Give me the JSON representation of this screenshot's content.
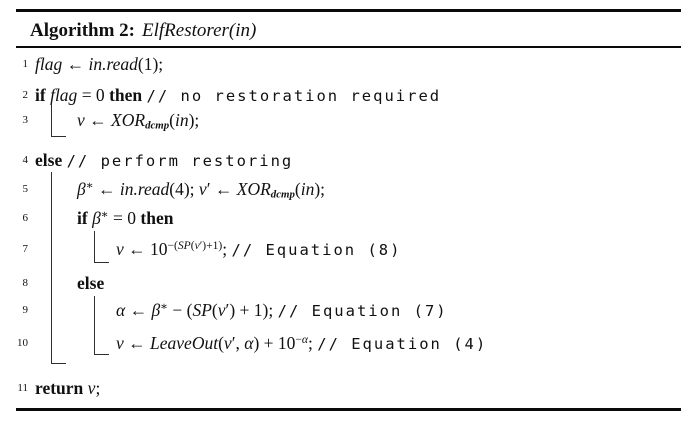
{
  "title": {
    "prefix": "Algorithm 2:",
    "name": "ElfRestorer",
    "open": "(",
    "arg": "in",
    "close": ")"
  },
  "lines": [
    {
      "num": "1",
      "segments": [
        {
          "t": "m",
          "v": "flag"
        },
        {
          "t": "up",
          "v": " ← "
        },
        {
          "t": "m",
          "v": "in.read"
        },
        {
          "t": "up",
          "v": "(1);"
        }
      ]
    },
    {
      "num": "2",
      "segments": [
        {
          "t": "kw",
          "v": "if "
        },
        {
          "t": "m",
          "v": "flag"
        },
        {
          "t": "up",
          "v": " = 0 "
        },
        {
          "t": "kw",
          "v": "then "
        },
        {
          "t": "c",
          "v": "// no restoration required"
        }
      ]
    },
    {
      "num": "3",
      "segments": [
        {
          "t": "m",
          "v": "v"
        },
        {
          "t": "up",
          "v": " ← "
        },
        {
          "t": "m",
          "v": "XOR"
        },
        {
          "t": "sub",
          "v": [
            {
              "t": "bm",
              "v": "dcmp"
            }
          ]
        },
        {
          "t": "up",
          "v": "("
        },
        {
          "t": "m",
          "v": "in"
        },
        {
          "t": "up",
          "v": ");"
        }
      ]
    },
    {
      "num": "4",
      "segments": [
        {
          "t": "kw",
          "v": "else "
        },
        {
          "t": "c",
          "v": "// perform restoring"
        }
      ]
    },
    {
      "num": "5",
      "segments": [
        {
          "t": "m",
          "v": "β"
        },
        {
          "t": "sup",
          "v": [
            {
              "t": "up",
              "v": "∗"
            }
          ]
        },
        {
          "t": "up",
          "v": " ← "
        },
        {
          "t": "m",
          "v": "in.read"
        },
        {
          "t": "up",
          "v": "(4); "
        },
        {
          "t": "m",
          "v": "v"
        },
        {
          "t": "up",
          "v": "′ ← "
        },
        {
          "t": "m",
          "v": "XOR"
        },
        {
          "t": "sub",
          "v": [
            {
              "t": "bm",
              "v": "dcmp"
            }
          ]
        },
        {
          "t": "up",
          "v": "("
        },
        {
          "t": "m",
          "v": "in"
        },
        {
          "t": "up",
          "v": ");"
        }
      ]
    },
    {
      "num": "6",
      "segments": [
        {
          "t": "kw",
          "v": "if "
        },
        {
          "t": "m",
          "v": "β"
        },
        {
          "t": "sup",
          "v": [
            {
              "t": "up",
              "v": "∗"
            }
          ]
        },
        {
          "t": "up",
          "v": " = 0 "
        },
        {
          "t": "kw",
          "v": "then"
        }
      ]
    },
    {
      "num": "7",
      "segments": [
        {
          "t": "m",
          "v": "v"
        },
        {
          "t": "up",
          "v": " ← 10"
        },
        {
          "t": "sup",
          "v": [
            {
              "t": "up",
              "v": "−("
            },
            {
              "t": "m",
              "v": "SP"
            },
            {
              "t": "up",
              "v": "("
            },
            {
              "t": "m",
              "v": "v"
            },
            {
              "t": "up",
              "v": "′)+1)"
            }
          ]
        },
        {
          "t": "up",
          "v": "; "
        },
        {
          "t": "c",
          "v": "// Equation (8)"
        }
      ]
    },
    {
      "num": "8",
      "segments": [
        {
          "t": "kw",
          "v": "else"
        }
      ]
    },
    {
      "num": "9",
      "segments": [
        {
          "t": "m",
          "v": "α"
        },
        {
          "t": "up",
          "v": " ← "
        },
        {
          "t": "m",
          "v": "β"
        },
        {
          "t": "sup",
          "v": [
            {
              "t": "up",
              "v": "∗"
            }
          ]
        },
        {
          "t": "up",
          "v": " − ("
        },
        {
          "t": "m",
          "v": "SP"
        },
        {
          "t": "up",
          "v": "("
        },
        {
          "t": "m",
          "v": "v"
        },
        {
          "t": "up",
          "v": "′) + 1); "
        },
        {
          "t": "c",
          "v": "// Equation (7)"
        }
      ]
    },
    {
      "num": "10",
      "segments": [
        {
          "t": "m",
          "v": "v"
        },
        {
          "t": "up",
          "v": " ← "
        },
        {
          "t": "m",
          "v": "LeaveOut"
        },
        {
          "t": "up",
          "v": "("
        },
        {
          "t": "m",
          "v": "v"
        },
        {
          "t": "up",
          "v": "′, "
        },
        {
          "t": "m",
          "v": "α"
        },
        {
          "t": "up",
          "v": ") + 10"
        },
        {
          "t": "sup",
          "v": [
            {
              "t": "up",
              "v": "−"
            },
            {
              "t": "m",
              "v": "α"
            }
          ]
        },
        {
          "t": "up",
          "v": "; "
        },
        {
          "t": "c",
          "v": "// Equation (4)"
        }
      ]
    },
    {
      "num": "11",
      "segments": [
        {
          "t": "kw",
          "v": "return "
        },
        {
          "t": "m",
          "v": "v"
        },
        {
          "t": "up",
          "v": ";"
        }
      ]
    }
  ]
}
